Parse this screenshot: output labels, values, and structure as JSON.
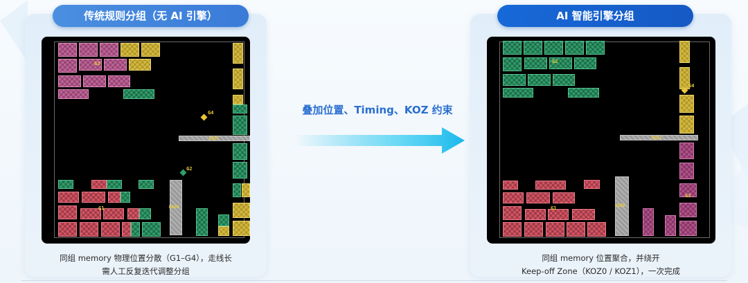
{
  "left_panel": {
    "title": "传统规则分组（无 AI 引擎）",
    "caption_line1": "同组 memory 物理位置分散（G1–G4），走线长",
    "caption_line2": "需人工反复迭代调整分组",
    "labels": {
      "g1": "G1",
      "g2": "G2",
      "g3": "G3",
      "g4": "G4",
      "koz0": "KOZ0",
      "koz1": "KOZ1"
    }
  },
  "middle": {
    "title": "叠加位置、Timing、KOZ 约束"
  },
  "right_panel": {
    "title": "AI 智能引擎分组",
    "caption_line1": "同组 memory 位置聚合，并绕开",
    "caption_line2": "Keep-off Zone（KOZ0 / KOZ1），一次完成",
    "labels": {
      "g1": "G1",
      "g2": "G2",
      "g3": "G3",
      "g4": "G4",
      "koz0": "KOZ0",
      "koz1": "KOZ1"
    }
  },
  "colors": {
    "accent_blue": "#1a6fdc",
    "arrow_cyan": "#27c3ee",
    "group_magenta": "#c4629a",
    "group_yellow": "#d6b93a",
    "group_green": "#2f9f6c",
    "group_red": "#d85464",
    "koz_gray": "#9a9a9a"
  }
}
